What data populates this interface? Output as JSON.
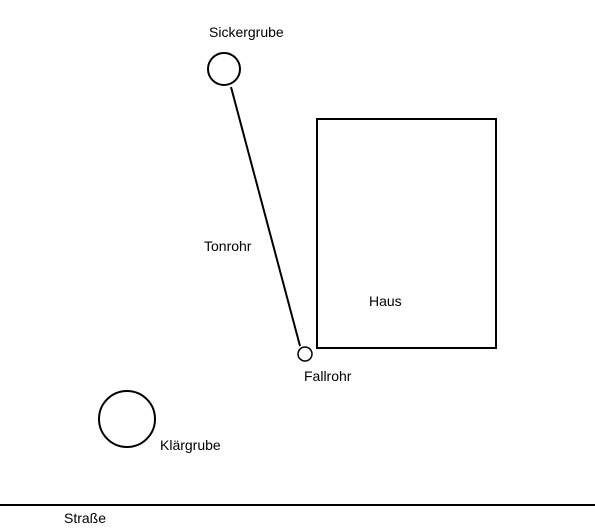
{
  "labels": {
    "sickergrube": "Sickergrube",
    "tonrohr": "Tonrohr",
    "haus": "Haus",
    "fallrohr": "Fallrohr",
    "klaergrube": "Klärgrube",
    "strasse": "Straße"
  },
  "colors": {
    "stroke": "#000000",
    "background": "#ffffff"
  }
}
